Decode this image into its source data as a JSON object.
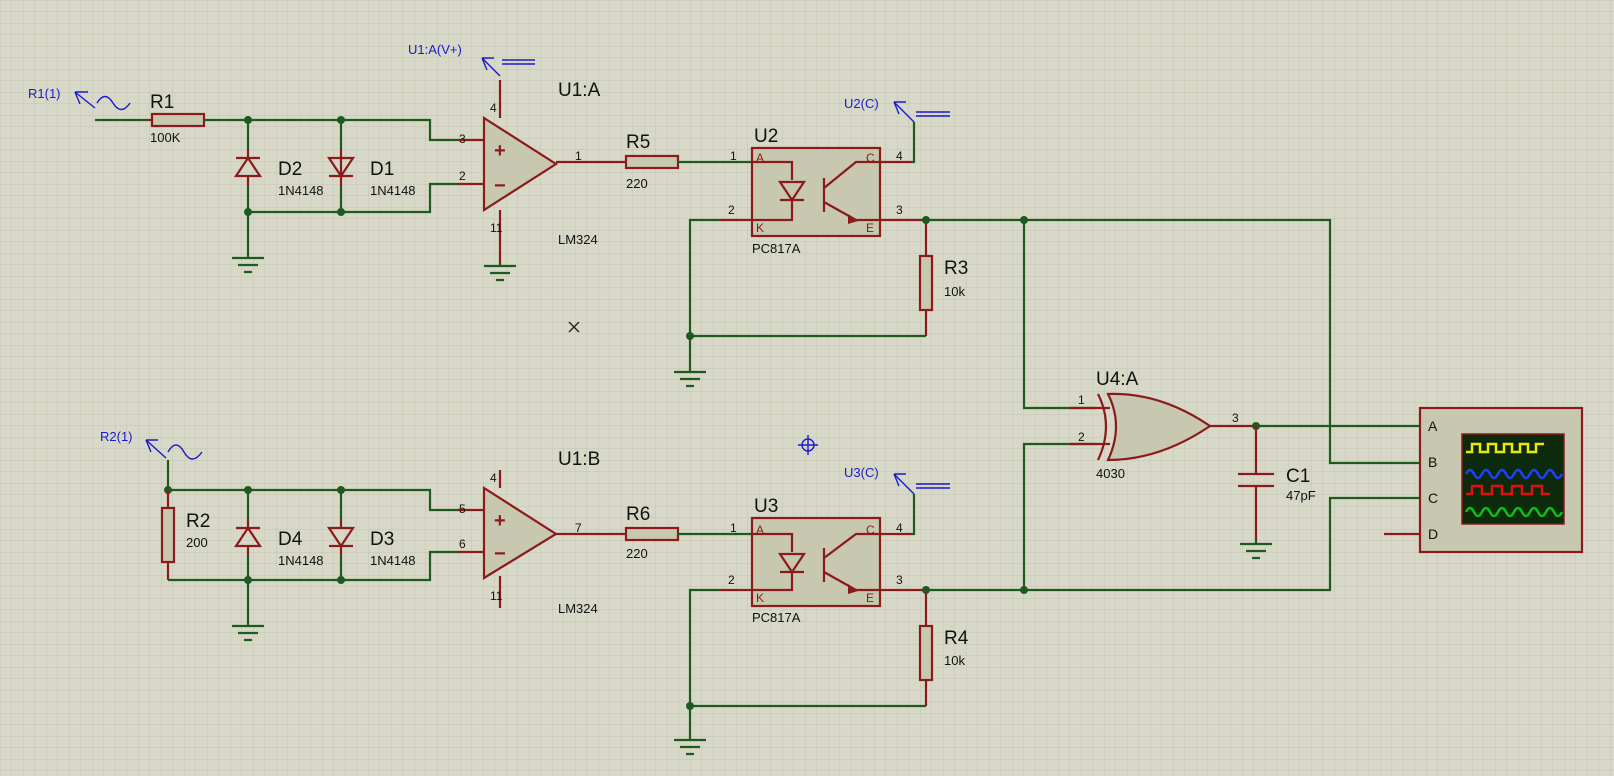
{
  "colors": {
    "background": "#d8d8c8",
    "grid": "#c3c3b1",
    "wire": "#1e5a1e",
    "component": "#8b1a1a",
    "probe": "#1a1acc"
  },
  "probes": {
    "r1": "R1(1)",
    "u1a_vplus": "U1:A(V+)",
    "u2c": "U2(C)",
    "r2": "R2(1)",
    "u3c": "U3(C)"
  },
  "components": {
    "r1": {
      "ref": "R1",
      "value": "100K"
    },
    "r2": {
      "ref": "R2",
      "value": "200"
    },
    "r3": {
      "ref": "R3",
      "value": "10k"
    },
    "r4": {
      "ref": "R4",
      "value": "10k"
    },
    "r5": {
      "ref": "R5",
      "value": "220"
    },
    "r6": {
      "ref": "R6",
      "value": "220"
    },
    "d1": {
      "ref": "D1",
      "value": "1N4148"
    },
    "d2": {
      "ref": "D2",
      "value": "1N4148"
    },
    "d3": {
      "ref": "D3",
      "value": "1N4148"
    },
    "d4": {
      "ref": "D4",
      "value": "1N4148"
    },
    "u1a": {
      "ref": "U1:A",
      "value": "LM324",
      "pins": {
        "plus": "3",
        "minus": "2",
        "out": "1",
        "vplus": "4",
        "vminus": "11"
      }
    },
    "u1b": {
      "ref": "U1:B",
      "value": "LM324",
      "pins": {
        "plus": "5",
        "minus": "6",
        "out": "7",
        "vplus": "4",
        "vminus": "11"
      }
    },
    "u2": {
      "ref": "U2",
      "value": "PC817A",
      "pins": {
        "a": "A",
        "k": "K",
        "c": "C",
        "e": "E",
        "p1": "1",
        "p2": "2",
        "p3": "3",
        "p4": "4"
      }
    },
    "u3": {
      "ref": "U3",
      "value": "PC817A",
      "pins": {
        "a": "A",
        "k": "K",
        "c": "C",
        "e": "E",
        "p1": "1",
        "p2": "2",
        "p3": "3",
        "p4": "4"
      }
    },
    "u4a": {
      "ref": "U4:A",
      "value": "4030",
      "pins": {
        "in1": "1",
        "in2": "2",
        "out": "3"
      }
    },
    "c1": {
      "ref": "C1",
      "value": "47pF"
    }
  },
  "scope": {
    "channels": [
      "A",
      "B",
      "C",
      "D"
    ],
    "trace_colors": [
      "#e8e800",
      "#2040ff",
      "#e01010",
      "#10c010"
    ]
  },
  "plus_sign": "+",
  "minus_sign": "−"
}
